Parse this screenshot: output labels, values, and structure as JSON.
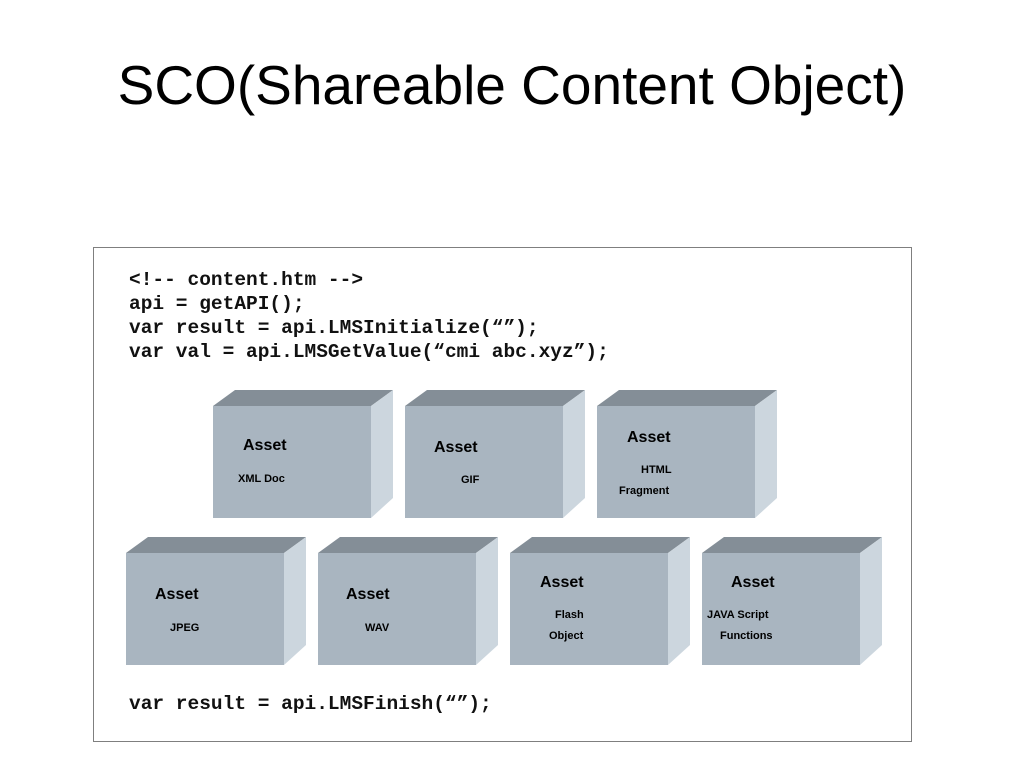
{
  "title": "SCO(Shareable Content Object)",
  "code_header": [
    "<!-- content.htm -->",
    "api = getAPI();",
    "var result = api.LMSInitialize(“”);",
    "var val = api.LMSGetValue(“cmi abc.xyz”);"
  ],
  "code_footer": "var result = api.LMSFinish(“”);",
  "assets": [
    {
      "title": "Asset",
      "lines": [
        "XML Doc"
      ]
    },
    {
      "title": "Asset",
      "lines": [
        "GIF"
      ]
    },
    {
      "title": "Asset",
      "lines": [
        "HTML",
        "Fragment"
      ]
    },
    {
      "title": "Asset",
      "lines": [
        "JPEG"
      ]
    },
    {
      "title": "Asset",
      "lines": [
        "WAV"
      ]
    },
    {
      "title": "Asset",
      "lines": [
        "Flash",
        "Object"
      ]
    },
    {
      "title": "Asset",
      "lines": [
        "JAVA Script",
        "Functions"
      ]
    }
  ],
  "colors": {
    "box_front": "#a9b5c0",
    "box_top": "#848e97",
    "box_side": "#ccd6de",
    "frame_border": "#7f7f7f"
  }
}
